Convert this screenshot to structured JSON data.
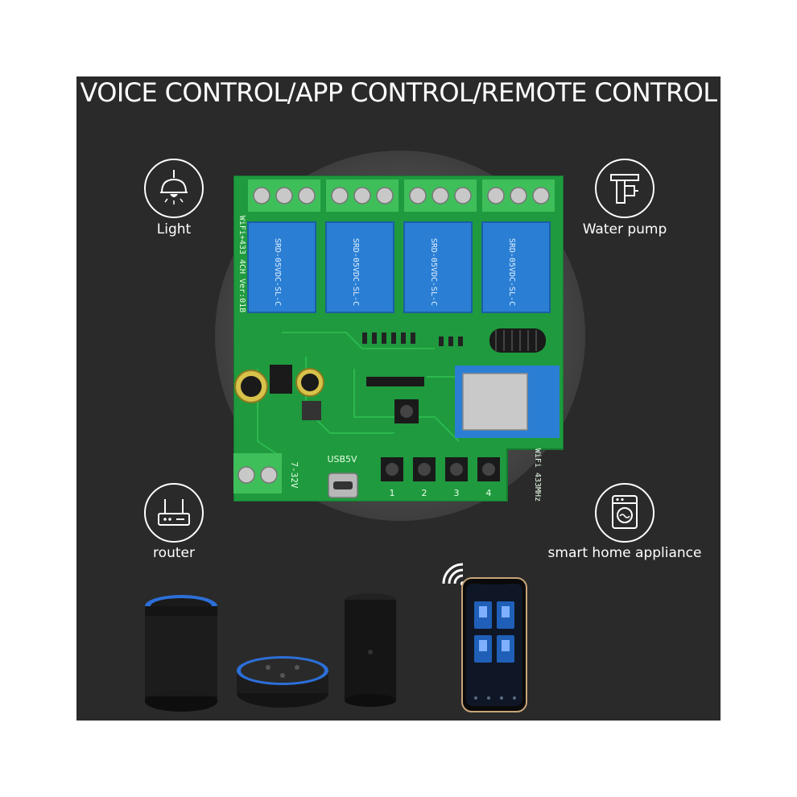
{
  "headline": "VOICE CONTROL/APP CONTROL/REMOTE CONTROL",
  "features": [
    {
      "label": "Light",
      "icon": "light-bulb-icon"
    },
    {
      "label": "Water pump",
      "icon": "water-pump-icon"
    },
    {
      "label": "router",
      "icon": "router-icon"
    },
    {
      "label": "smart home appliance",
      "icon": "washing-machine-icon"
    }
  ],
  "board": {
    "side_text": "WiFi+433 4CH Ver:01B",
    "relay_model": "SRD-05VDC-SL-C",
    "usb_label": "USB5V",
    "power_label": "7-32V",
    "radio_label": "WiFi 433MHz",
    "button_numbers": [
      "1",
      "2",
      "3",
      "4"
    ]
  },
  "colors": {
    "background": "#2a2a2a",
    "pcb": "#1f9a3e",
    "relay": "#2a7fd4",
    "terminal": "#3fbf5a"
  }
}
